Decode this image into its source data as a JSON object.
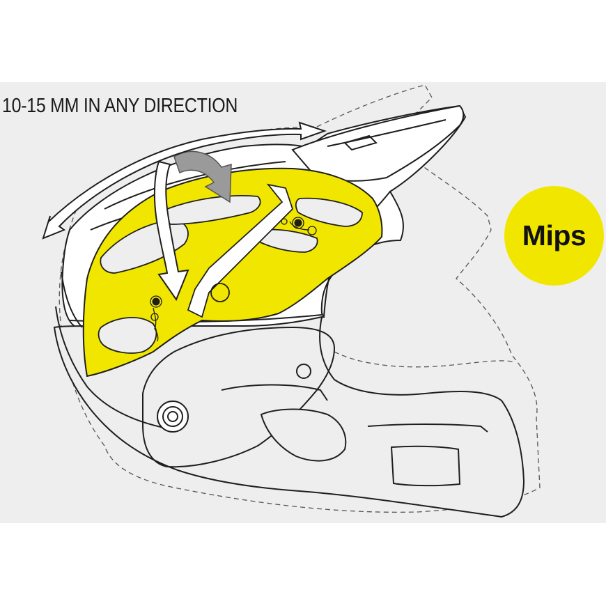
{
  "caption": "10-15 MM IN ANY DIRECTION",
  "badge": {
    "label": "Mips",
    "color": "#f0e600"
  },
  "colors": {
    "background": "#eeeeee",
    "liner": "#f0e600",
    "outline": "#1e1e1e",
    "dashed": "#555555",
    "arrow_fill": "#ffffff",
    "arrow_gray": "#9a9a9a"
  },
  "icons": [
    "helmet-outline",
    "mips-liner",
    "rotation-arrow",
    "double-arrow",
    "mips-badge"
  ]
}
